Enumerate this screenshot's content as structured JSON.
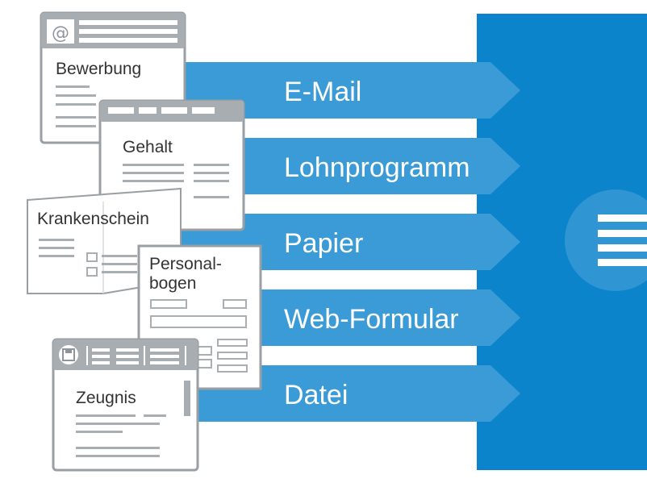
{
  "colors": {
    "arrow": "#3b9bd6",
    "panel": "#0b84cc",
    "circle": "#2f95d3",
    "doc_border": "#9a9fa3",
    "doc_header": "#a7adb1",
    "doc_line": "#a9aeb2"
  },
  "channels": [
    {
      "label": "E-Mail"
    },
    {
      "label": "Lohnprogramm"
    },
    {
      "label": "Papier"
    },
    {
      "label": "Web-Formular"
    },
    {
      "label": "Datei"
    }
  ],
  "documents": {
    "bewerbung": {
      "title": "Bewerbung",
      "icon": "at-sign-icon"
    },
    "gehalt": {
      "title": "Gehalt"
    },
    "krankenschein": {
      "title": "Krankenschein"
    },
    "personalbogen": {
      "title_line1": "Personal-",
      "title_line2": "bogen"
    },
    "zeugnis": {
      "title": "Zeugnis",
      "icon": "save-disk-icon"
    }
  },
  "target": {
    "icon": "list-lines-icon"
  }
}
